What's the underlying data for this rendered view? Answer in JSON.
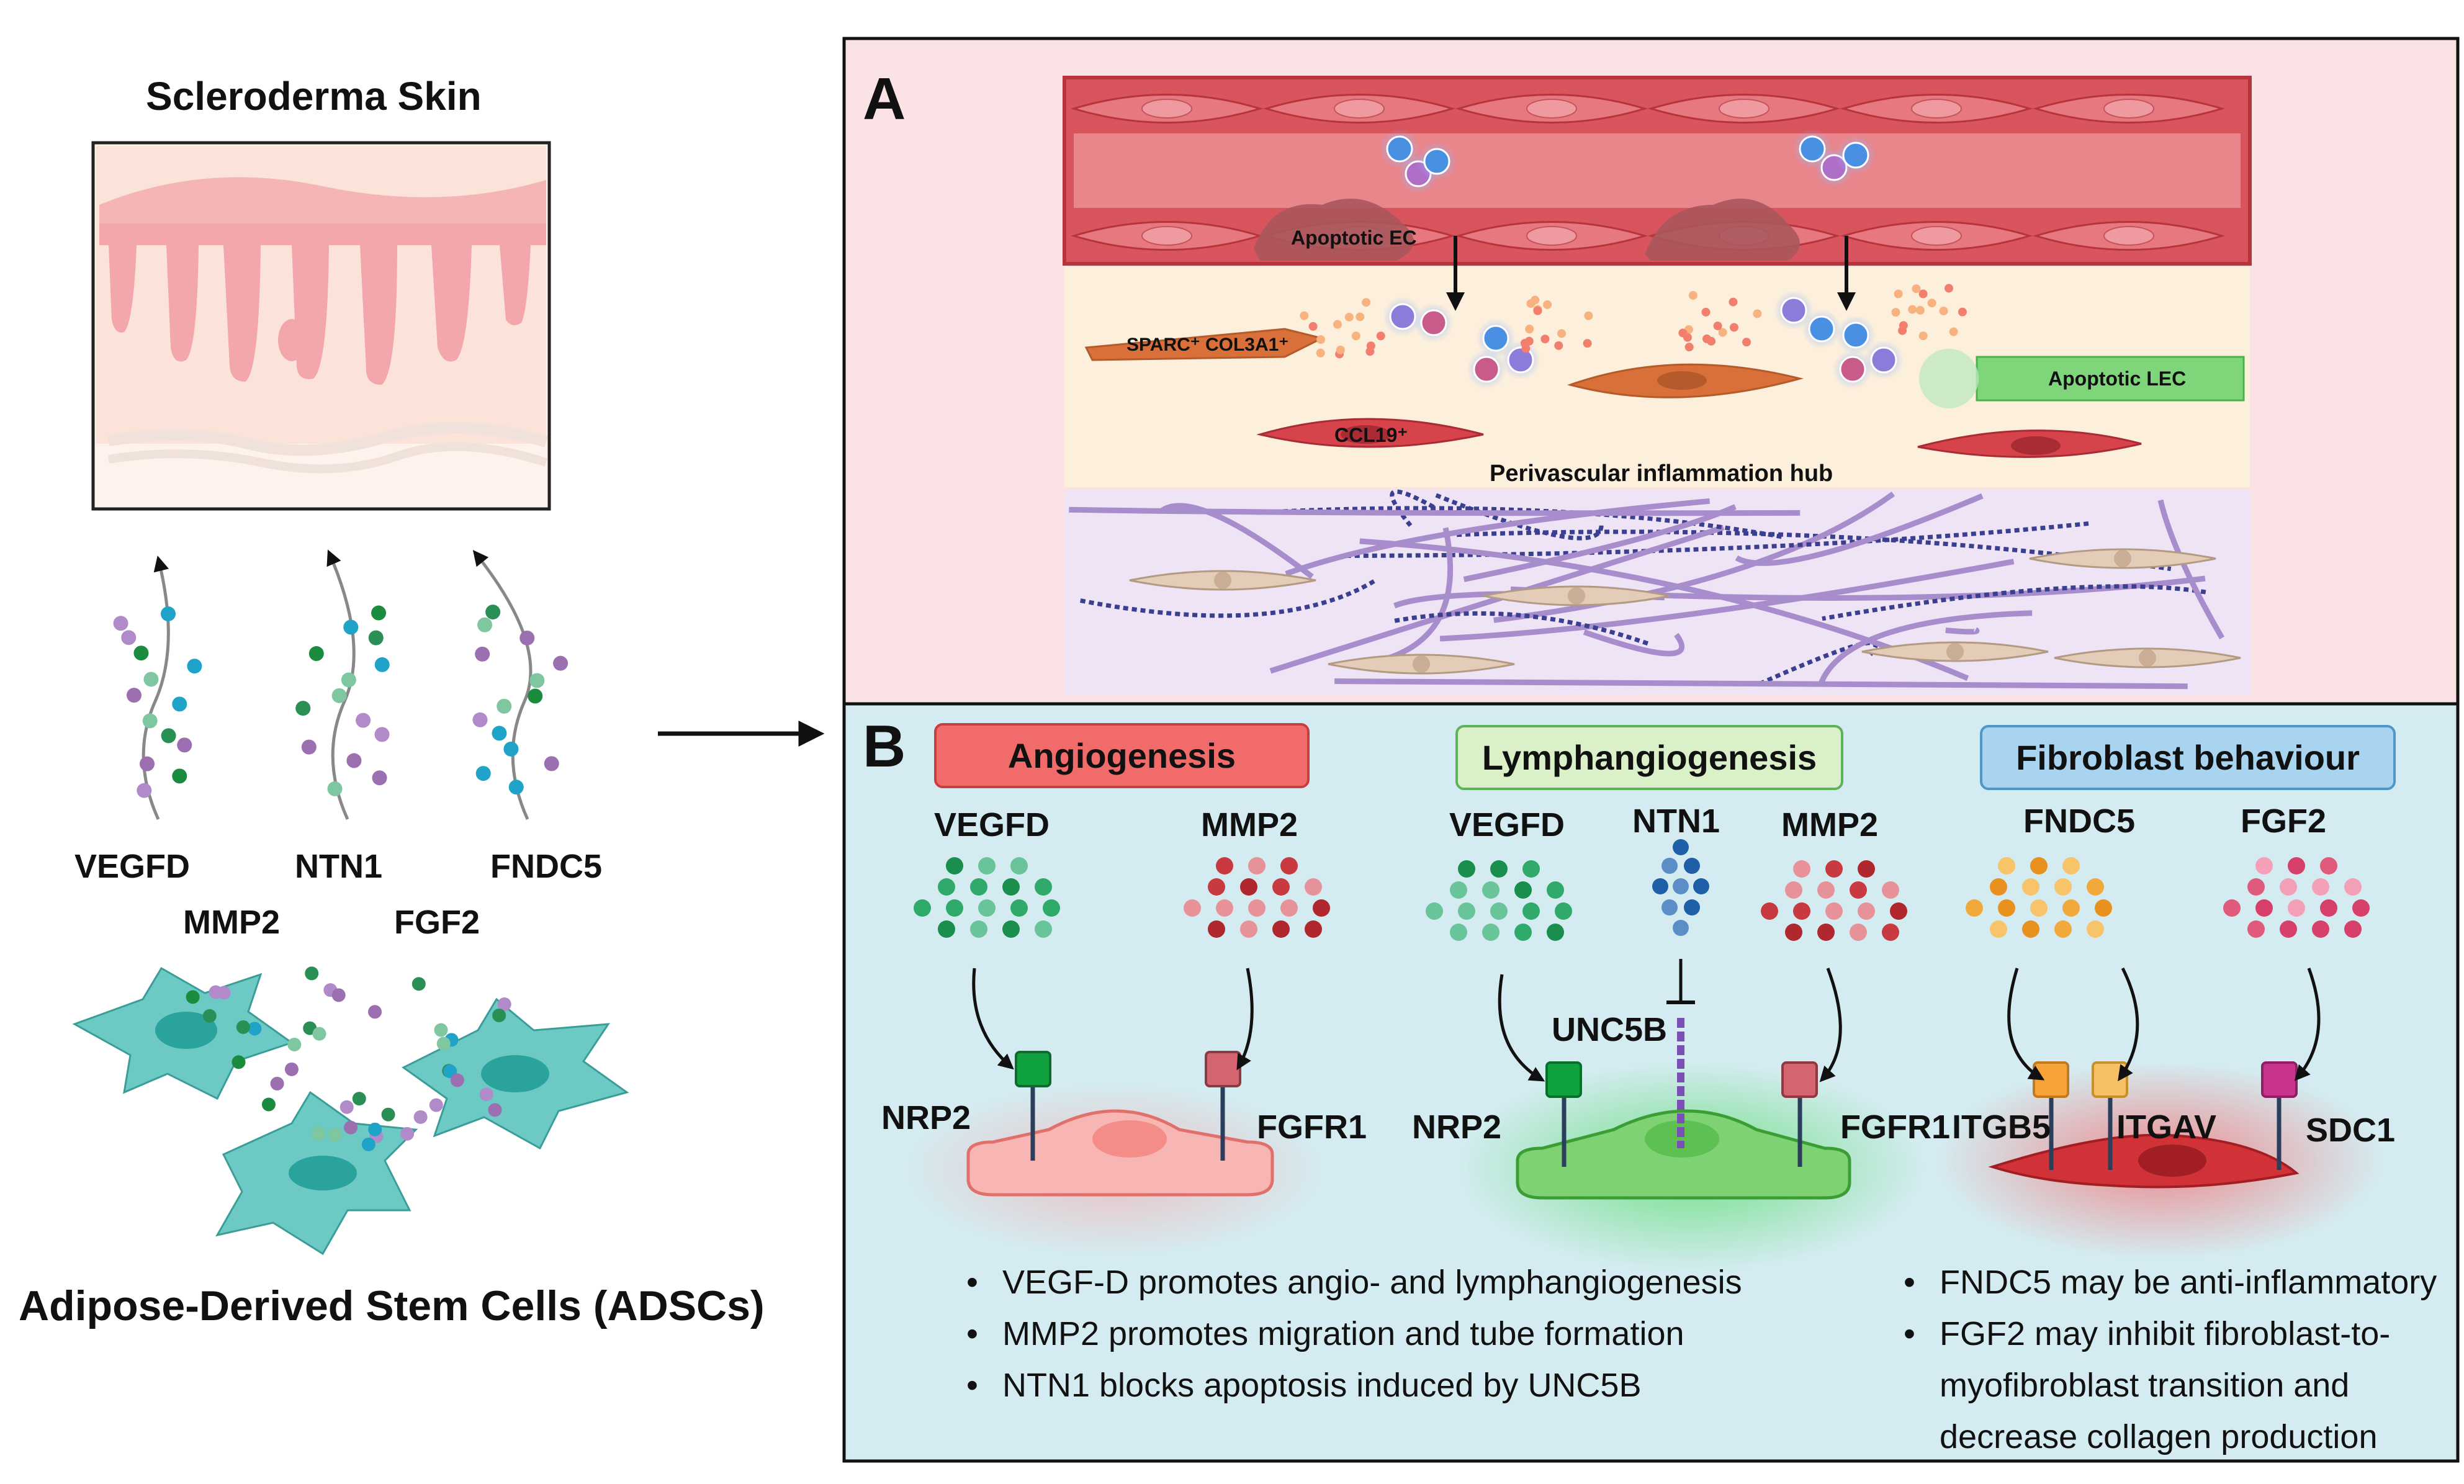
{
  "left": {
    "skin_title": "Scleroderma Skin",
    "factors_row1": [
      "VEGFD",
      "NTN1",
      "FNDC5"
    ],
    "factors_row2": [
      "MMP2",
      "FGF2"
    ],
    "adsc_title": "Adipose-Derived Stem Cells (ADSCs)"
  },
  "panel_a": {
    "letter": "A",
    "apoptotic_ec": "Apoptotic EC",
    "sparc_label": "SPARC⁺ COL3A1⁺",
    "ccl19_label": "CCL19⁺",
    "apoptotic_lec": "Apoptotic LEC",
    "hub_label": "Perivascular inflammation hub"
  },
  "panel_b": {
    "letter": "B",
    "angiogenesis": {
      "title": "Angiogenesis",
      "ligand1": "VEGFD",
      "ligand2": "MMP2",
      "receptor1": "NRP2",
      "receptor2": "FGFR1"
    },
    "lymphangiogenesis": {
      "title": "Lymphangiogenesis",
      "ligand1": "VEGFD",
      "ligand2": "NTN1",
      "ligand3": "MMP2",
      "receptor_mid": "UNC5B",
      "receptor1": "NRP2",
      "receptor2": "FGFR1"
    },
    "fibroblast": {
      "title": "Fibroblast behaviour",
      "ligand1": "FNDC5",
      "ligand2": "FGF2",
      "receptor1": "ITGB5",
      "receptor2": "ITGAV",
      "receptor3": "SDC1"
    },
    "bullets_left": [
      "VEGF-D promotes angio- and lymphangiogenesis",
      "MMP2 promotes migration and tube formation",
      "NTN1 blocks apoptosis induced by UNC5B"
    ],
    "bullets_right": [
      "FNDC5 may be anti-inflammatory",
      "FGF2 may inhibit fibroblast-to-",
      "myofibroblast transition and",
      "decrease collagen production"
    ]
  },
  "colors": {
    "panel_a_bg": "#fbe4e6",
    "panel_b_bg": "#d4ecf1",
    "angio_badge": "#f26b6b",
    "lymph_badge": "#d9f0c8",
    "fibro_badge": "#a8d4ef",
    "adsc_cell": "#6cc9c3",
    "vessel": "#d9555d"
  }
}
